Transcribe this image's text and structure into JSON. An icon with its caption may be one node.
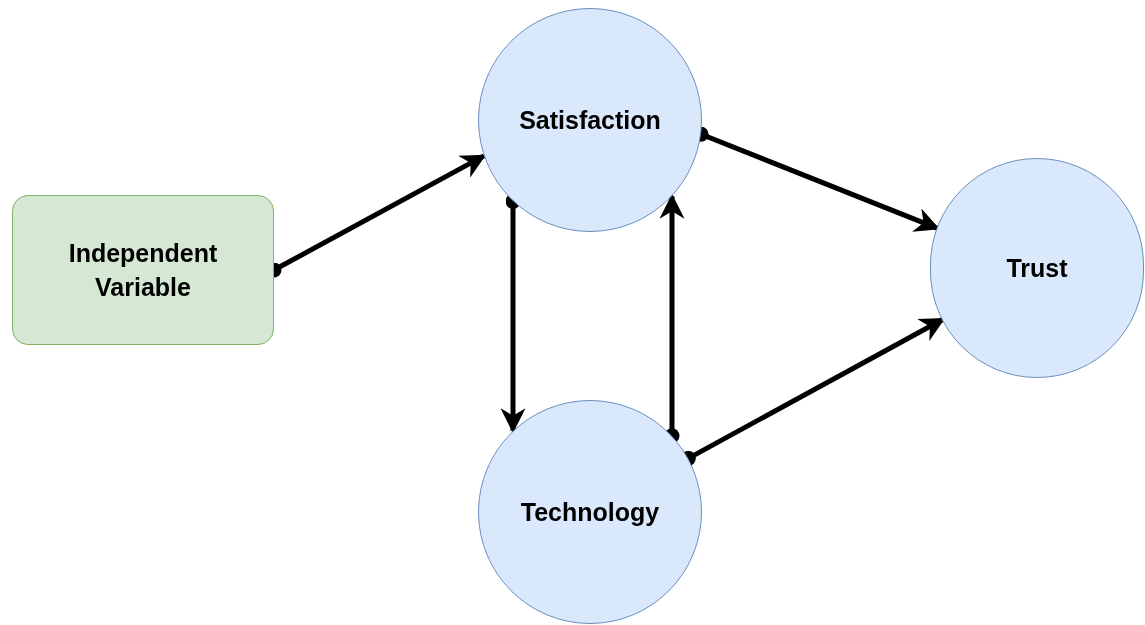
{
  "diagram": {
    "nodes": [
      {
        "text": [
          "Independent Variable"
        ]
      },
      {
        "text": [
          "Satisfaction"
        ]
      },
      {
        "text": [
          "Technology"
        ]
      },
      {
        "text": [
          "Trust"
        ]
      }
    ],
    "edges": [
      {
        "from": 0,
        "to": 1,
        "arrow": "to"
      },
      {
        "from": 1,
        "to": 3,
        "arrow": "to"
      },
      {
        "from": 1,
        "to": 2,
        "arrow": "to"
      },
      {
        "from": 2,
        "to": 1,
        "arrow": "to"
      },
      {
        "from": 2,
        "to": 3,
        "arrow": "to"
      }
    ]
  }
}
